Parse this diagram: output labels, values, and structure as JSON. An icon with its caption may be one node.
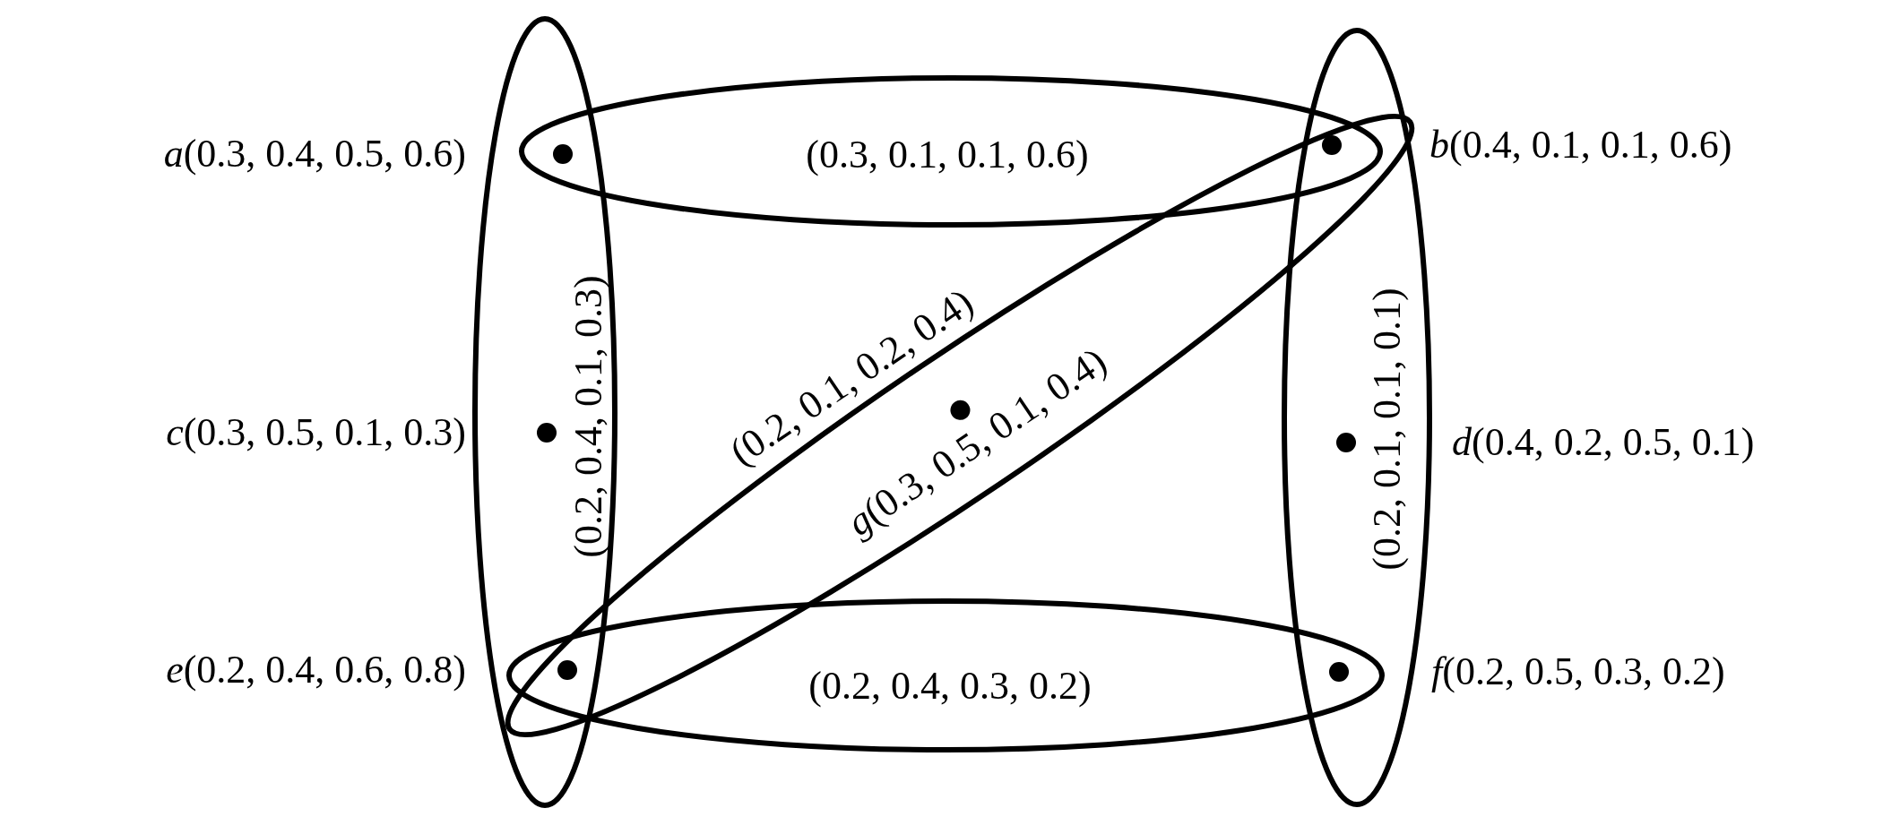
{
  "diagram": {
    "nodes": [
      {
        "text": [
          "(0.3, 0.1, 0.1, 0.6)"
        ]
      },
      {
        "text": [
          "(0.2, 0.4, 0.1, 0.3)"
        ]
      },
      {
        "text": [
          "(0.2, 0.1, 0.1, 0.1)"
        ]
      },
      {
        "text": [
          "(0.2, 0.1, 0.2, 0.4)"
        ]
      },
      {
        "text": [
          "(0.2, 0.4, 0.3, 0.2)"
        ]
      },
      {
        "text": [],
        "shape": "circle"
      },
      {
        "text": [],
        "shape": "circle"
      },
      {
        "text": [],
        "shape": "circle",
        "in": 1
      },
      {
        "text": [],
        "shape": "circle",
        "in": 2
      },
      {
        "text": [],
        "shape": "circle",
        "in": 3,
        "beside": [
          "*g*(0.3, 0.5, 0.1, 0.4)"
        ]
      },
      {
        "text": [],
        "shape": "circle"
      },
      {
        "text": [],
        "shape": "circle"
      }
    ],
    "edges": [],
    "labels": [
      "*a*(0.3, 0.4, 0.5, 0.6)",
      "*b*(0.4, 0.1, 0.1, 0.6)",
      "*c*(0.3, 0.5, 0.1, 0.3)",
      "*d*(0.4, 0.2, 0.5, 0.1)",
      "*e*(0.2, 0.4, 0.6, 0.8)",
      "*f*(0.2, 0.5, 0.3, 0.2)"
    ]
  }
}
